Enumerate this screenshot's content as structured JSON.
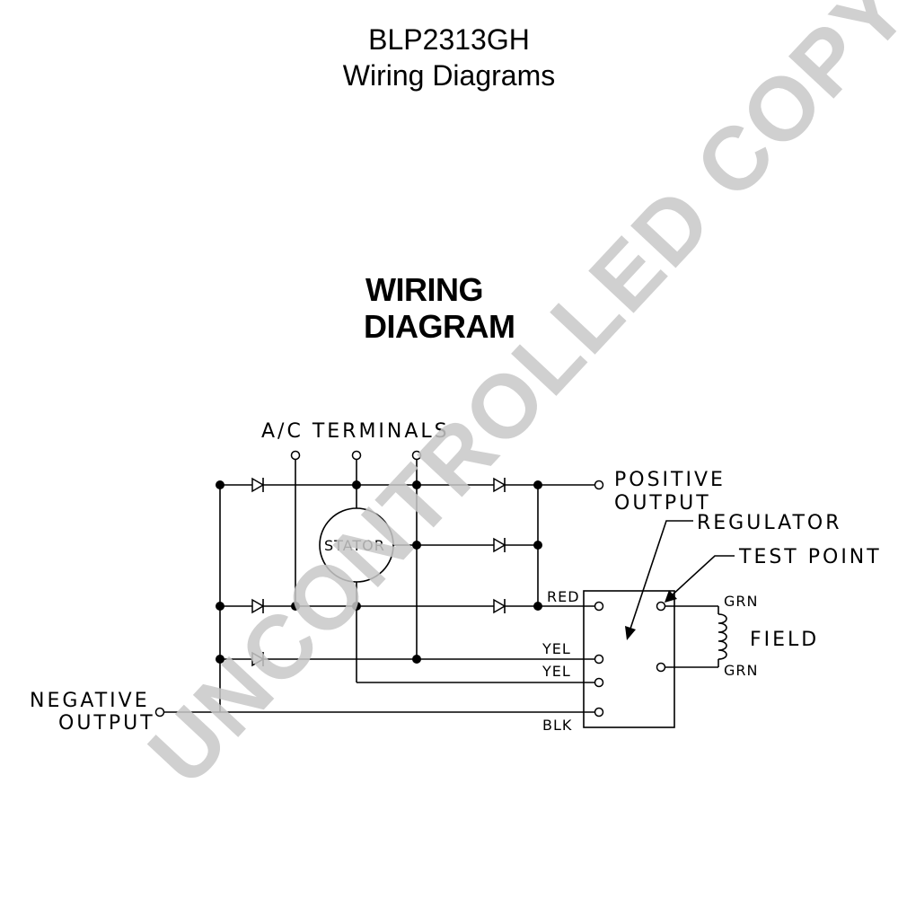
{
  "header": {
    "model": "BLP2313GH",
    "subtitle": "Wiring Diagrams"
  },
  "diagram": {
    "title_line1": "WIRING",
    "title_line2": "DIAGRAM",
    "labels": {
      "ac_terminals": "A/C TERMINALS",
      "positive_line1": "POSITIVE",
      "positive_line2": "OUTPUT",
      "regulator": "REGULATOR",
      "test_point": "TEST POINT",
      "stator": "STATOR",
      "field": "FIELD",
      "negative_line1": "NEGATIVE",
      "negative_line2": "OUTPUT",
      "wire_red": "RED",
      "wire_yel_1": "YEL",
      "wire_yel_2": "YEL",
      "wire_blk": "BLK",
      "wire_grn_1": "GRN",
      "wire_grn_2": "GRN"
    }
  },
  "watermark": {
    "text": "UNCONTROLLED COPY",
    "color": "#c8c8c8"
  }
}
